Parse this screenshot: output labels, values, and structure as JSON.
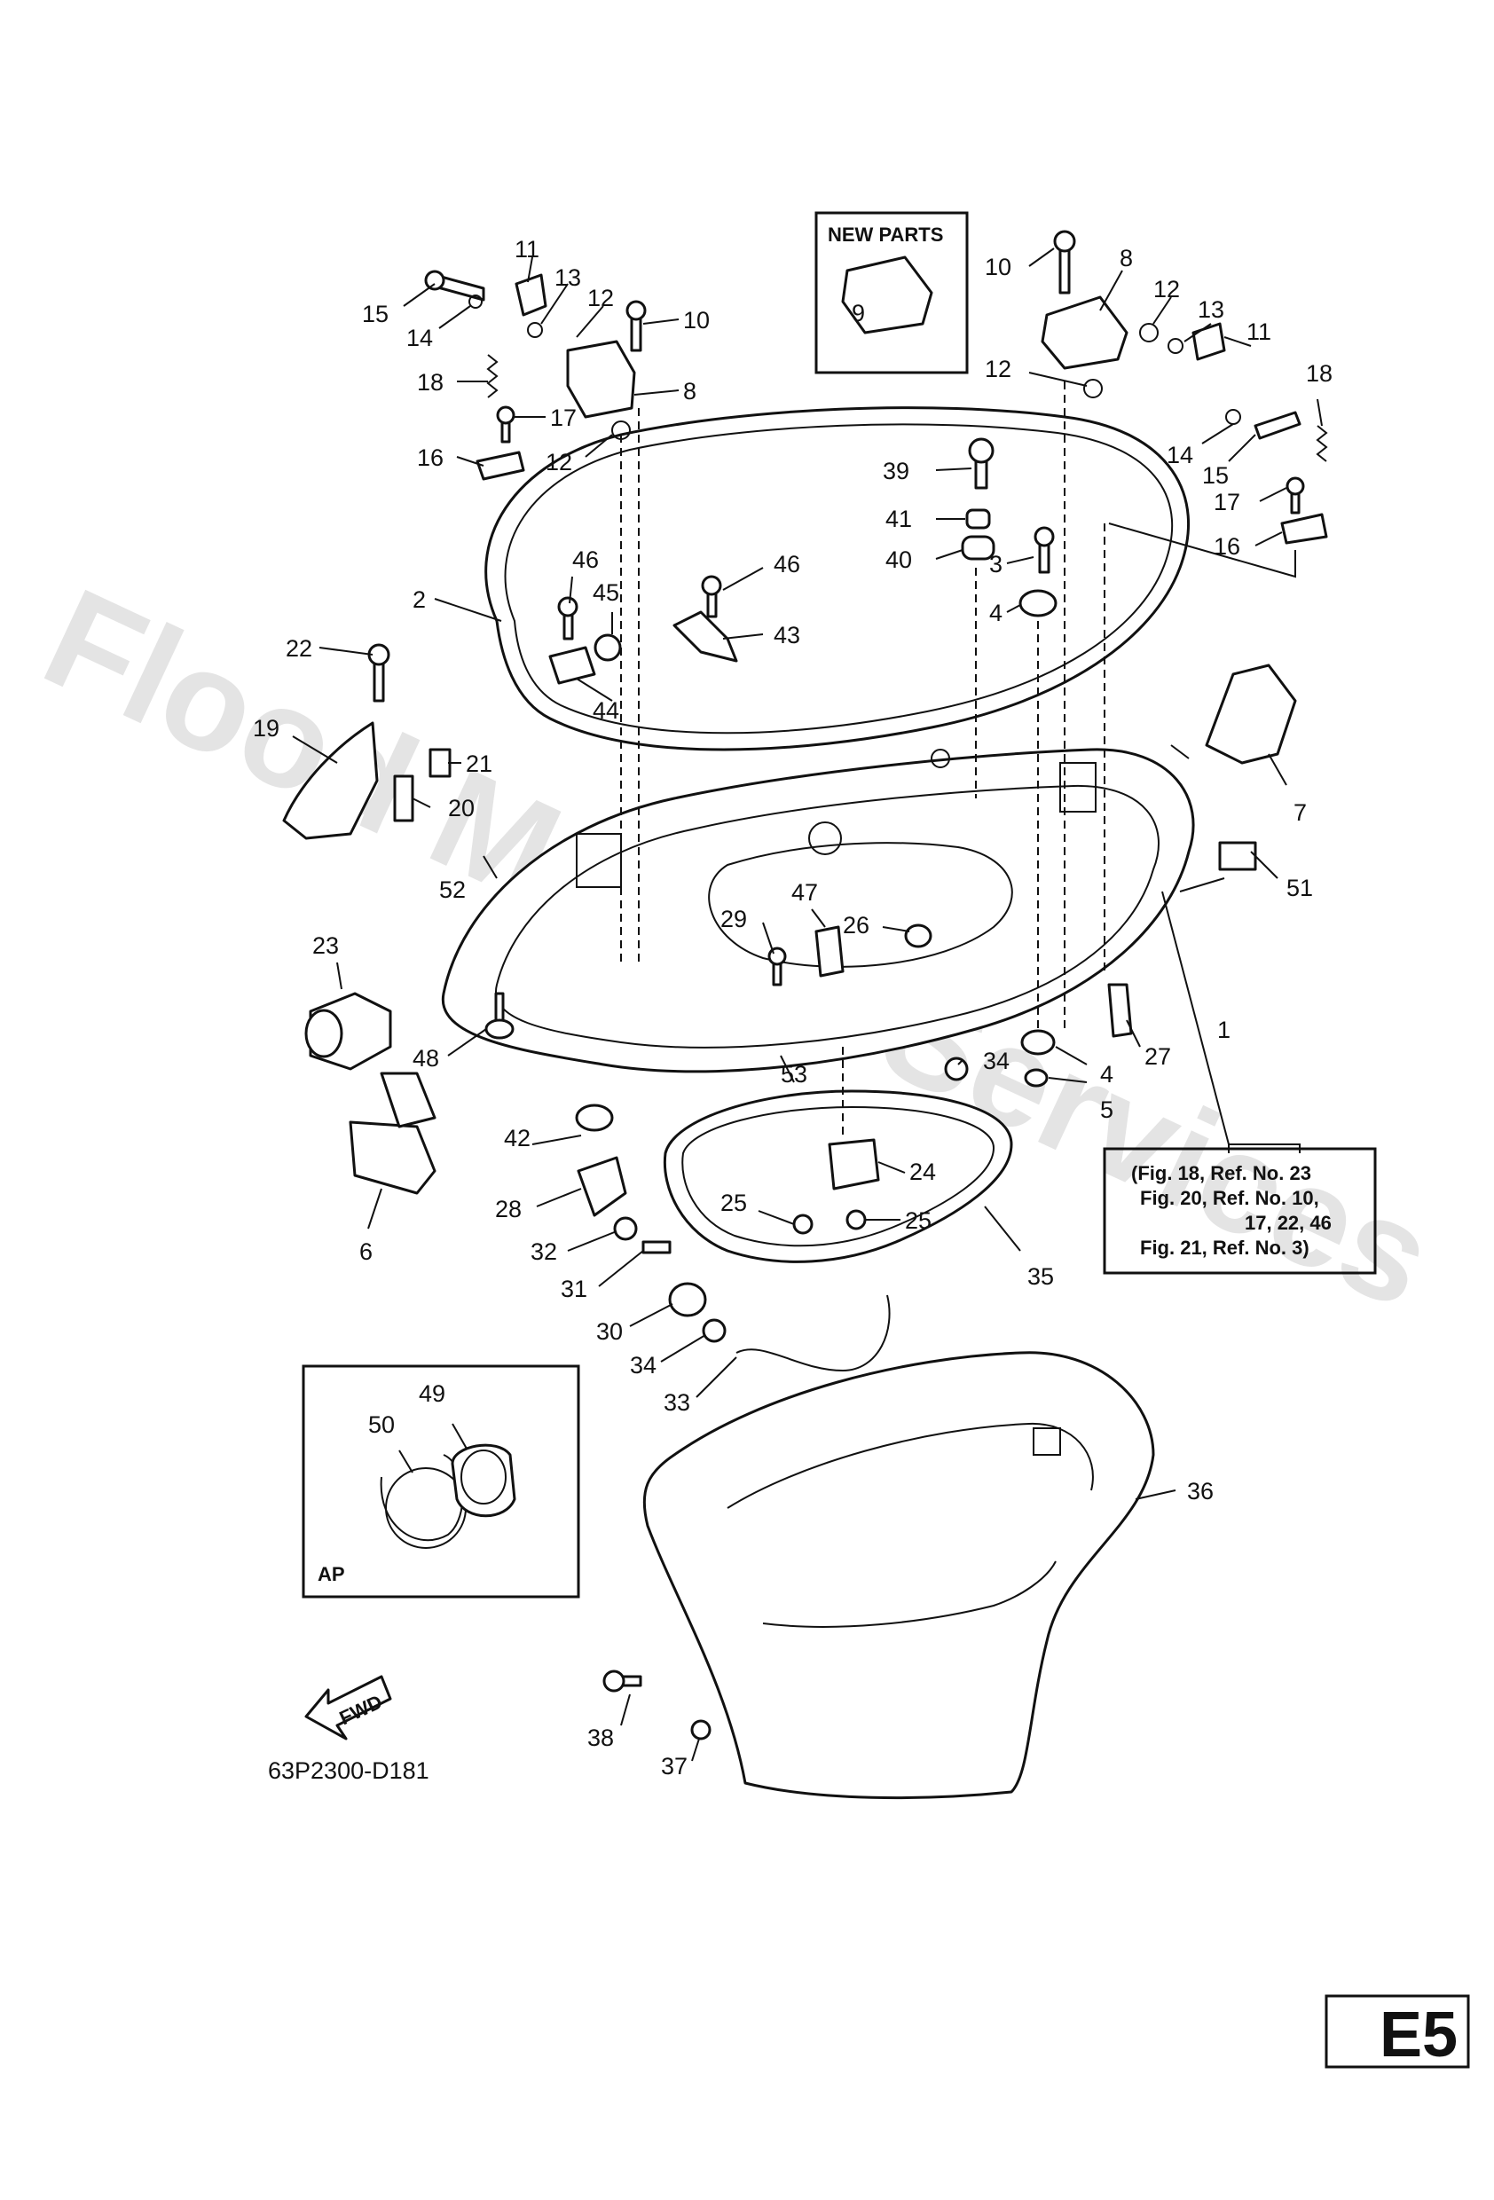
{
  "watermark": "Flood Marine Services",
  "new_parts_label": "NEW PARTS",
  "ap_label": "AP",
  "fwd_label": "FWD",
  "diagram_code": "63P2300-D181",
  "page_code": "E5",
  "reference_note": [
    "(Fig. 18, Ref. No. 23",
    "Fig. 20, Ref. No. 10,",
    "17, 22, 46",
    "Fig. 21, Ref. No. 3)"
  ],
  "callouts": [
    {
      "id": "c1",
      "text": "1"
    },
    {
      "id": "c2",
      "text": "2"
    },
    {
      "id": "c3",
      "text": "3"
    },
    {
      "id": "c4a",
      "text": "4"
    },
    {
      "id": "c4b",
      "text": "4"
    },
    {
      "id": "c5",
      "text": "5"
    },
    {
      "id": "c6",
      "text": "6"
    },
    {
      "id": "c7",
      "text": "7"
    },
    {
      "id": "c8a",
      "text": "8"
    },
    {
      "id": "c8b",
      "text": "8"
    },
    {
      "id": "c9",
      "text": "9"
    },
    {
      "id": "c10a",
      "text": "10"
    },
    {
      "id": "c10b",
      "text": "10"
    },
    {
      "id": "c11a",
      "text": "11"
    },
    {
      "id": "c11b",
      "text": "11"
    },
    {
      "id": "c12a",
      "text": "12"
    },
    {
      "id": "c12b",
      "text": "12"
    },
    {
      "id": "c12c",
      "text": "12"
    },
    {
      "id": "c12d",
      "text": "12"
    },
    {
      "id": "c13a",
      "text": "13"
    },
    {
      "id": "c13b",
      "text": "13"
    },
    {
      "id": "c14a",
      "text": "14"
    },
    {
      "id": "c14b",
      "text": "14"
    },
    {
      "id": "c15a",
      "text": "15"
    },
    {
      "id": "c15b",
      "text": "15"
    },
    {
      "id": "c16a",
      "text": "16"
    },
    {
      "id": "c16b",
      "text": "16"
    },
    {
      "id": "c17a",
      "text": "17"
    },
    {
      "id": "c17b",
      "text": "17"
    },
    {
      "id": "c18a",
      "text": "18"
    },
    {
      "id": "c18b",
      "text": "18"
    },
    {
      "id": "c19",
      "text": "19"
    },
    {
      "id": "c20",
      "text": "20"
    },
    {
      "id": "c21",
      "text": "21"
    },
    {
      "id": "c22",
      "text": "22"
    },
    {
      "id": "c23",
      "text": "23"
    },
    {
      "id": "c24",
      "text": "24"
    },
    {
      "id": "c25a",
      "text": "25"
    },
    {
      "id": "c25b",
      "text": "25"
    },
    {
      "id": "c26",
      "text": "26"
    },
    {
      "id": "c27",
      "text": "27"
    },
    {
      "id": "c28",
      "text": "28"
    },
    {
      "id": "c29",
      "text": "29"
    },
    {
      "id": "c30",
      "text": "30"
    },
    {
      "id": "c31",
      "text": "31"
    },
    {
      "id": "c32",
      "text": "32"
    },
    {
      "id": "c33",
      "text": "33"
    },
    {
      "id": "c34a",
      "text": "34"
    },
    {
      "id": "c34b",
      "text": "34"
    },
    {
      "id": "c35",
      "text": "35"
    },
    {
      "id": "c36",
      "text": "36"
    },
    {
      "id": "c37",
      "text": "37"
    },
    {
      "id": "c38",
      "text": "38"
    },
    {
      "id": "c39",
      "text": "39"
    },
    {
      "id": "c40",
      "text": "40"
    },
    {
      "id": "c41",
      "text": "41"
    },
    {
      "id": "c42",
      "text": "42"
    },
    {
      "id": "c43",
      "text": "43"
    },
    {
      "id": "c44",
      "text": "44"
    },
    {
      "id": "c45",
      "text": "45"
    },
    {
      "id": "c46a",
      "text": "46"
    },
    {
      "id": "c46b",
      "text": "46"
    },
    {
      "id": "c47",
      "text": "47"
    },
    {
      "id": "c48",
      "text": "48"
    },
    {
      "id": "c49",
      "text": "49"
    },
    {
      "id": "c50",
      "text": "50"
    },
    {
      "id": "c51",
      "text": "51"
    },
    {
      "id": "c52",
      "text": "52"
    },
    {
      "id": "c53",
      "text": "53"
    }
  ]
}
